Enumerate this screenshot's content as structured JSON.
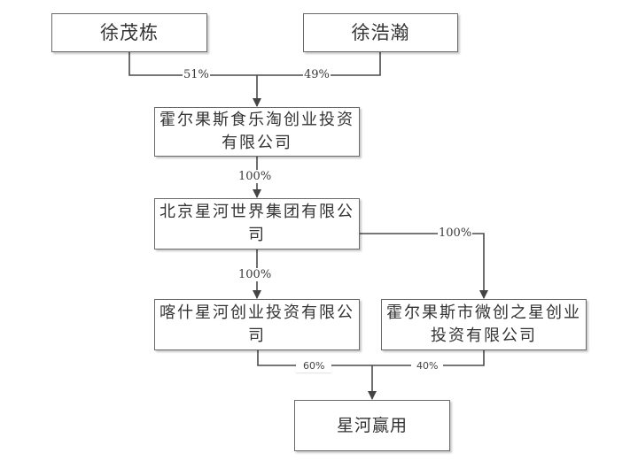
{
  "diagram": {
    "title": "星河赢用股权结构图",
    "nodes": {
      "xu_maodong": {
        "label": "徐茂栋",
        "type": "person"
      },
      "xu_haohan": {
        "label": "徐浩瀚",
        "type": "person"
      },
      "horgos_shiletao": {
        "label": "霍尔果斯食乐淘创业投资有限公司",
        "type": "company"
      },
      "beijing_xinghe": {
        "label": "北京星河世界集团有限公司",
        "type": "company"
      },
      "kashi_xinghe": {
        "label": "喀什星河创业投资有限公司",
        "type": "company"
      },
      "horgos_weichuang": {
        "label": "霍尔果斯市微创之星创业投资有限公司",
        "type": "company"
      },
      "xinghe_yingyong": {
        "label": "星河赢用",
        "type": "target"
      }
    },
    "edges": [
      {
        "from": "徐茂栋",
        "to": "霍尔果斯食乐淘创业投资有限公司",
        "label": "51%",
        "value": 51
      },
      {
        "from": "徐浩瀚",
        "to": "霍尔果斯食乐淘创业投资有限公司",
        "label": "49%",
        "value": 49
      },
      {
        "from": "霍尔果斯食乐淘创业投资有限公司",
        "to": "北京星河世界集团有限公司",
        "label": "100%",
        "value": 100
      },
      {
        "from": "北京星河世界集团有限公司",
        "to": "喀什星河创业投资有限公司",
        "label": "100%",
        "value": 100
      },
      {
        "from": "北京星河世界集团有限公司",
        "to": "霍尔果斯市微创之星创业投资有限公司",
        "label": "100%",
        "value": 100
      },
      {
        "from": "喀什星河创业投资有限公司",
        "to": "星河赢用",
        "label": "60%",
        "value": 60
      },
      {
        "from": "霍尔果斯市微创之星创业投资有限公司",
        "to": "星河赢用",
        "label": "40%",
        "value": 40
      }
    ],
    "colors": {
      "line": "#4a4a4a",
      "border": "#6a6a6a",
      "text": "#333333",
      "background": "#ffffff"
    }
  }
}
